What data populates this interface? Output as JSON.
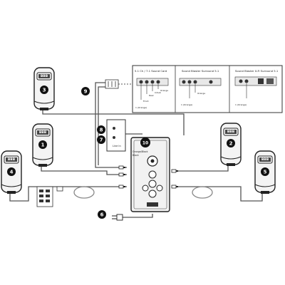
{
  "numbers": {
    "n1": "1",
    "n2": "2",
    "n3": "3",
    "n4": "4",
    "n5": "5",
    "n6": "6",
    "n7": "7",
    "n8": "8",
    "n9": "9",
    "n10": "10"
  },
  "speaker_badge": "BBB",
  "panel": {
    "col1_title": "5.1 Ch / 7.1 Sound Card",
    "col2_title": "Sound Blaster Surround 5.1",
    "col3_title": "Sound Blaster X-Fi Surround 5.1",
    "col1_labels": [
      "Front",
      "Rear",
      "C/Sub",
      "Orange",
      "1 (Orange)"
    ],
    "col2_labels": [
      "Orange",
      "1 (Orange)"
    ],
    "col3_labels": [
      "1 (Orange)"
    ]
  },
  "box_label": "Line In",
  "sub_label": "Orange/Black",
  "sub_label2": "Black"
}
